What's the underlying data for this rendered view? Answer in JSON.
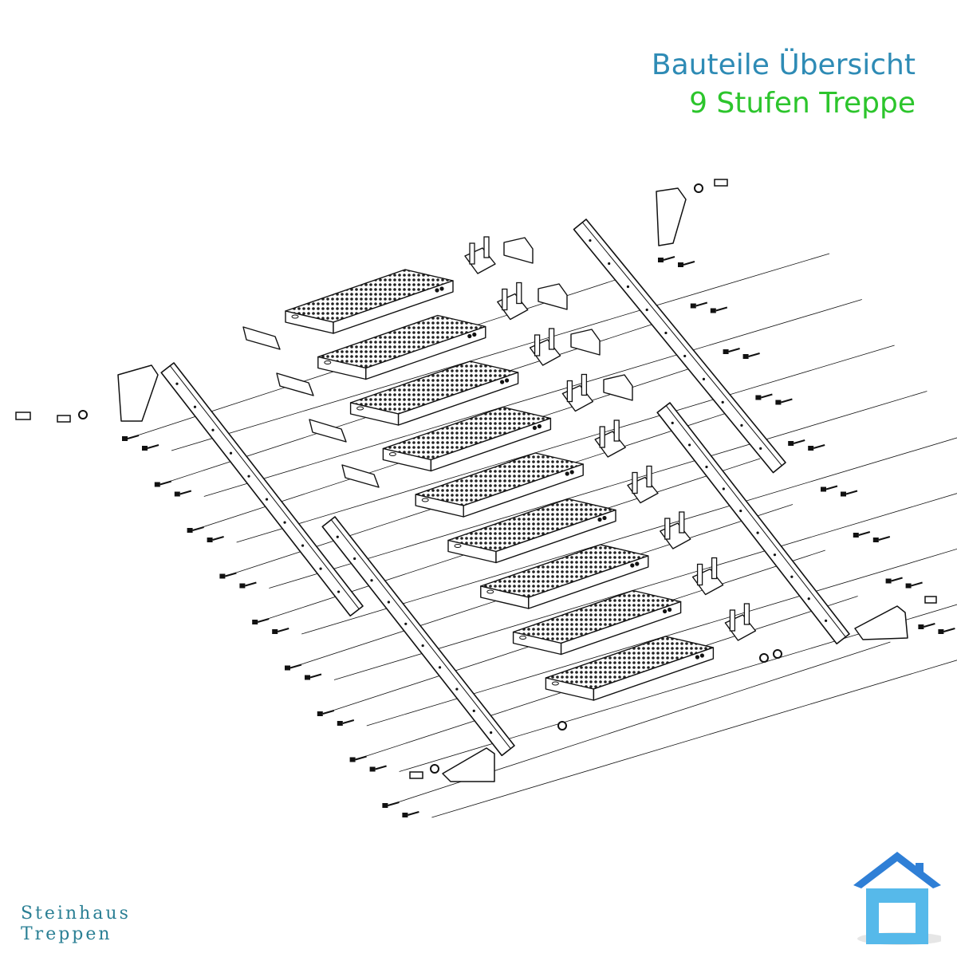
{
  "title": {
    "line1": "Bauteile Übersicht",
    "line2": "9 Stufen Treppe",
    "line1_color": "#2e8bb5",
    "line2_color": "#2cc52c"
  },
  "brand": {
    "line1": "Steinhaus",
    "line2": "Treppen",
    "color": "#2a7f94"
  },
  "diagram": {
    "step_count": 9,
    "tread_type": "grating",
    "stroke_color": "#111111"
  },
  "logo": {
    "icon": "house-icon",
    "roof_color": "#2f7fd6",
    "body_color": "#56b9ea"
  }
}
